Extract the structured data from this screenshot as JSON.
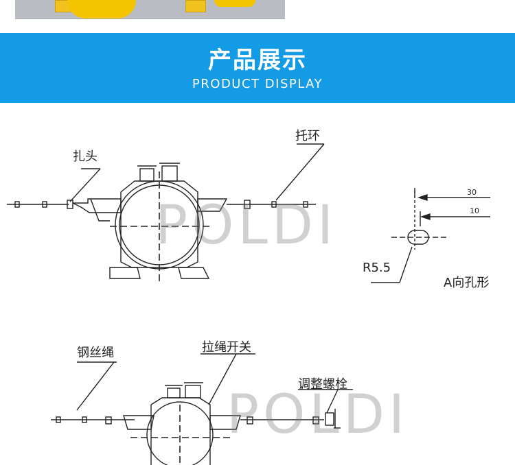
{
  "banner": {
    "title": "产品展示",
    "subtitle": "PRODUCT DISPLAY",
    "bg_color": "#149be6",
    "text_color": "#ffffff"
  },
  "drawing": {
    "top_figure": {
      "labels": {
        "tie_head": "扎头",
        "support_ring": "托环"
      },
      "watermark": "POLDI"
    },
    "hole_detail": {
      "dim_30": "30",
      "dim_10": "10",
      "radius": "R5.5",
      "caption": "A向孔形"
    },
    "bottom_figure": {
      "labels": {
        "wire_rope": "钢丝绳",
        "pull_cord_switch": "拉绳开关",
        "adjusting_bolt": "调整螺栓"
      },
      "watermark": "POLDI"
    }
  }
}
